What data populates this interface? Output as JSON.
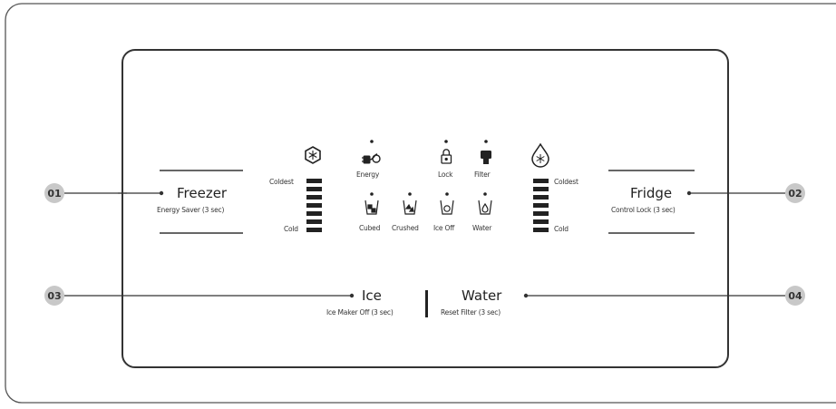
{
  "callouts": {
    "c01": "01",
    "c02": "02",
    "c03": "03",
    "c04": "04"
  },
  "freezer": {
    "label": "Freezer",
    "sub": "Energy Saver (3 sec)",
    "coldest": "Coldest",
    "cold": "Cold"
  },
  "fridge": {
    "label": "Fridge",
    "sub": "Control Lock (3 sec)",
    "coldest": "Coldest",
    "cold": "Cold"
  },
  "ice": {
    "label": "Ice",
    "sub": "Ice Maker Off (3 sec)"
  },
  "water": {
    "label": "Water",
    "sub": "Reset Filter (3 sec)"
  },
  "indicators": {
    "energy": "Energy",
    "lock": "Lock",
    "filter": "Filter",
    "cubed": "Cubed",
    "crushed": "Crushed",
    "ice_off": "Ice Off",
    "water": "Water"
  },
  "icons": {
    "freezer": "snowflake-hexagon-icon",
    "energy": "energy-saver-icon",
    "lock": "lock-icon",
    "filter": "filter-icon",
    "fridge": "water-drop-snowflake-icon",
    "cubed": "cubed-ice-icon",
    "crushed": "crushed-ice-icon",
    "ice_off": "ice-off-icon",
    "water": "water-glass-icon"
  },
  "colors": {
    "line": "#333333",
    "callout_bg": "#c8c8c8",
    "text": "#222222"
  }
}
